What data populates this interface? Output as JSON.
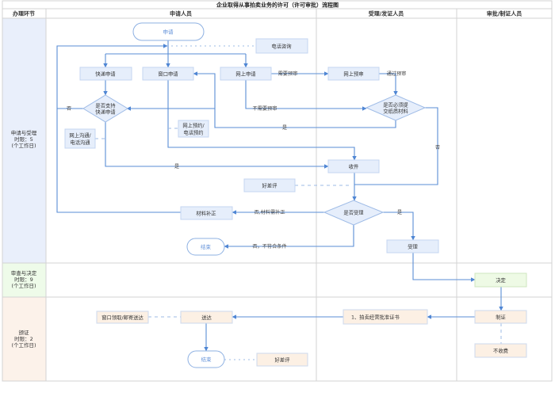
{
  "title": "企业取得从事拍卖业务的许可（许可审批）流程图",
  "header": {
    "stage": "办理环节",
    "columns": [
      "申请人员",
      "受理/发证人员",
      "审批/制证人员"
    ]
  },
  "lanes": [
    {
      "name": "申请与受理",
      "time_limit": "时限：5",
      "unit": "(个工作日)"
    },
    {
      "name": "审查与决定",
      "time_limit": "时限：9",
      "unit": "(个工作日)"
    },
    {
      "name": "颁证",
      "time_limit": "时限：2",
      "unit": "(个工作日)"
    }
  ],
  "nodes": {
    "start": "申请",
    "phone_consult": "电话咨询",
    "express_apply": "快递申请",
    "window_apply": "窗口申请",
    "online_apply": "网上申请",
    "online_pretrial": "网上预审",
    "decision_express": [
      "是否支持",
      "快递申请"
    ],
    "decision_paper": [
      "是否必须提",
      "交纸质材料"
    ],
    "online_comm": [
      "网上沟通/",
      "电话沟通"
    ],
    "online_booking": [
      "网上预约/",
      "电话预约"
    ],
    "receive": "收件",
    "review_1": "好差评",
    "decision_accept": "是否受理",
    "material_fix": "材料补正",
    "end_1": "结束",
    "accept": "受理",
    "decide": "决定",
    "certify": "制证",
    "certificate": "1、拍卖经营批准证书",
    "no_fee": "不收费",
    "deliver": "送达",
    "pickup": "窗口领取/邮寄送达",
    "end_2": "结束",
    "review_2": "好差评"
  },
  "edge_labels": {
    "express_no": "否",
    "need_pretrial": "需要预审",
    "pass_pretrial": "通过预审",
    "no_pretrial": "不需要预审",
    "paper_yes": "是",
    "paper_no": "否",
    "express_yes": "是",
    "accept_no_fix": "否,材料需补正",
    "accept_no_reject": "否，不符合条件",
    "accept_yes": "是"
  },
  "colors": {
    "line": "#5a8ed6",
    "lane_apply": "#e9effb",
    "lane_review": "#eefbe9",
    "lane_issue": "#fcf2ea"
  }
}
